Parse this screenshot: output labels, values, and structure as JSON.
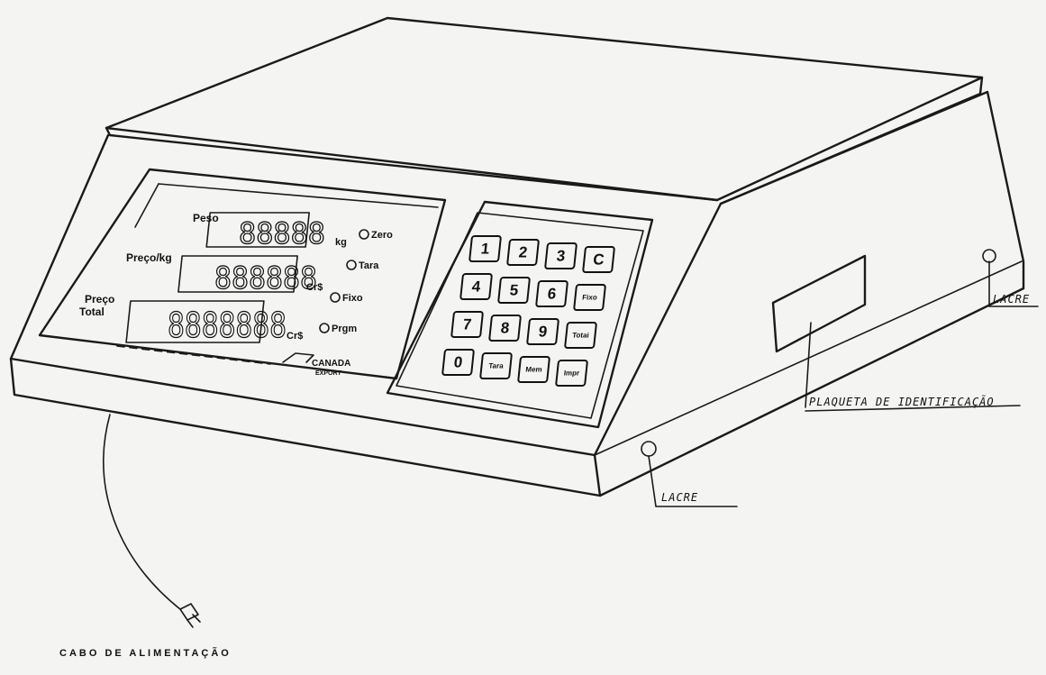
{
  "display": {
    "peso_label": "Peso",
    "peso_digits": "88888",
    "peso_unit": "kg",
    "preco_kg_label": "Preço/kg",
    "preco_kg_digits": "888888",
    "preco_kg_unit": "Cr$",
    "preco_total_label_1": "Preço",
    "preco_total_label_2": "Total",
    "preco_total_digits": "8888888",
    "preco_total_unit": "Cr$",
    "indicators": [
      "Zero",
      "Tara",
      "Fixo",
      "Prgm"
    ],
    "brand_1": "CANADA",
    "brand_2": "EXPORT"
  },
  "keypad": [
    [
      "1",
      "2",
      "3",
      "C"
    ],
    [
      "4",
      "5",
      "6",
      "Fixo"
    ],
    [
      "7",
      "8",
      "9",
      "Totai"
    ],
    [
      "0",
      "Tara",
      "Mem",
      "Impr"
    ]
  ],
  "callouts": {
    "lacre_right": "LACRE",
    "lacre_front": "LACRE",
    "plaqueta": "PLAQUETA DE IDENTIFICAÇÃO",
    "cabo": "CABO DE ALIMENTAÇÃO"
  }
}
